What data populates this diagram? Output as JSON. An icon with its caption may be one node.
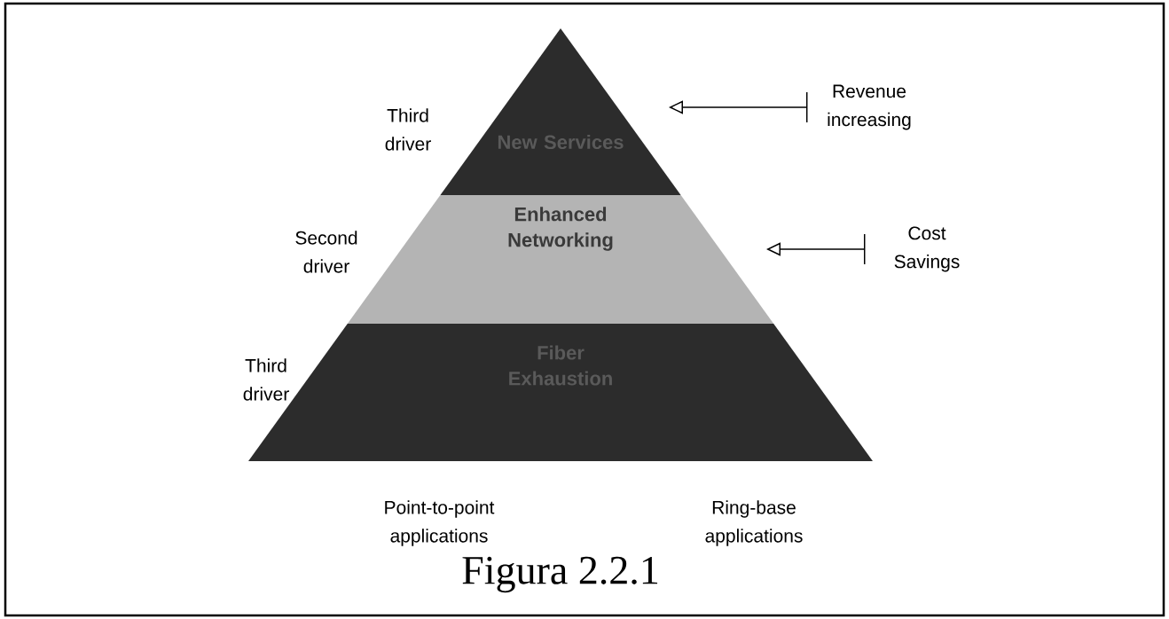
{
  "diagram": {
    "caption": "Figura 2.2.1",
    "nodes": [
      {
        "text": [
          "New Services"
        ],
        "beside": [
          "Third driver"
        ]
      },
      {
        "text": [
          "Enhanced Networking"
        ],
        "beside": [
          "Second driver"
        ]
      },
      {
        "text": [
          "Fiber Exhaustion"
        ],
        "beside": [
          "Third driver"
        ]
      },
      {
        "text": [
          "Revenue increasing"
        ]
      },
      {
        "text": [
          "Cost Savings"
        ]
      }
    ],
    "edges": [
      {
        "from": 3,
        "to": 0,
        "arrow": "to"
      },
      {
        "from": 4,
        "to": 1,
        "arrow": "to"
      }
    ],
    "labels": [
      "Point-to-point applications",
      "Ring-base applications"
    ]
  }
}
